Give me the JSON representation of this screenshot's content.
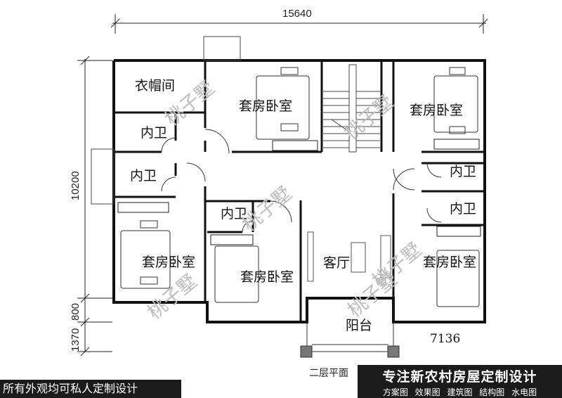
{
  "dimensions": {
    "overall_width": "15640",
    "overall_depth": "10200",
    "balcony_depth_a": "1370",
    "balcony_depth_b": "800",
    "unit_number": "7136"
  },
  "rooms": {
    "cloakroom": "衣帽间",
    "bath_top_left": "内卫",
    "bath_left": "内卫",
    "bath_center": "内卫",
    "bath_right_upper": "内卫",
    "bath_right_lower": "内卫",
    "suite_top_center": "套房卧室",
    "suite_top_right": "套房卧室",
    "suite_bottom_left": "套房卧室",
    "suite_bottom_center": "套房卧室",
    "suite_bottom_right": "套房卧室",
    "living_room": "客厅",
    "balcony": "阳台"
  },
  "watermark": "桃子墅",
  "floor_caption": "二层平面",
  "banner": {
    "left_text": "所有外观均可私人定制设计",
    "right_title": "专注新农村房屋定制设计",
    "right_tags": "方案图 效果图 建筑图 结构图 水电图"
  }
}
